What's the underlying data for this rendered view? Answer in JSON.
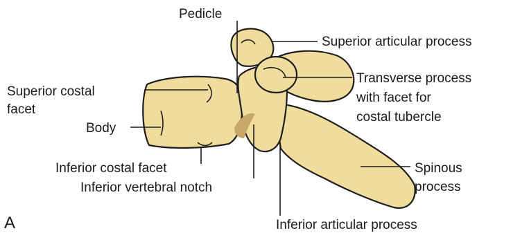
{
  "figure_letter": "A",
  "labels": {
    "pedicle": "Pedicle",
    "superior_articular_process": "Superior articular process",
    "transverse_process_line1": "Transverse process",
    "transverse_process_line2": "with facet for",
    "transverse_process_line3": "costal tubercle",
    "superior_costal_facet_line1": "Superior costal",
    "superior_costal_facet_line2": "facet",
    "body": "Body",
    "inferior_costal_facet": "Inferior costal facet",
    "inferior_vertebral_notch": "Inferior vertebral notch",
    "spinous_process_line1": "Spinous",
    "spinous_process_line2": "process",
    "inferior_articular_process": "Inferior articular process"
  },
  "colors": {
    "bone_fill": "#f0dc9c",
    "outline": "#1e1e1e",
    "text": "#1a1a1a"
  }
}
